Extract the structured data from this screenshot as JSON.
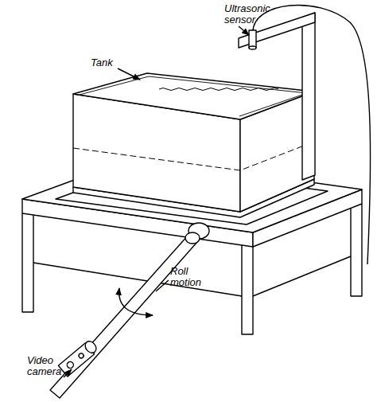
{
  "diagram": {
    "labels": [
      "Ultrasonic sensor",
      "Tank",
      "Roll motion",
      "Video camera"
    ]
  }
}
